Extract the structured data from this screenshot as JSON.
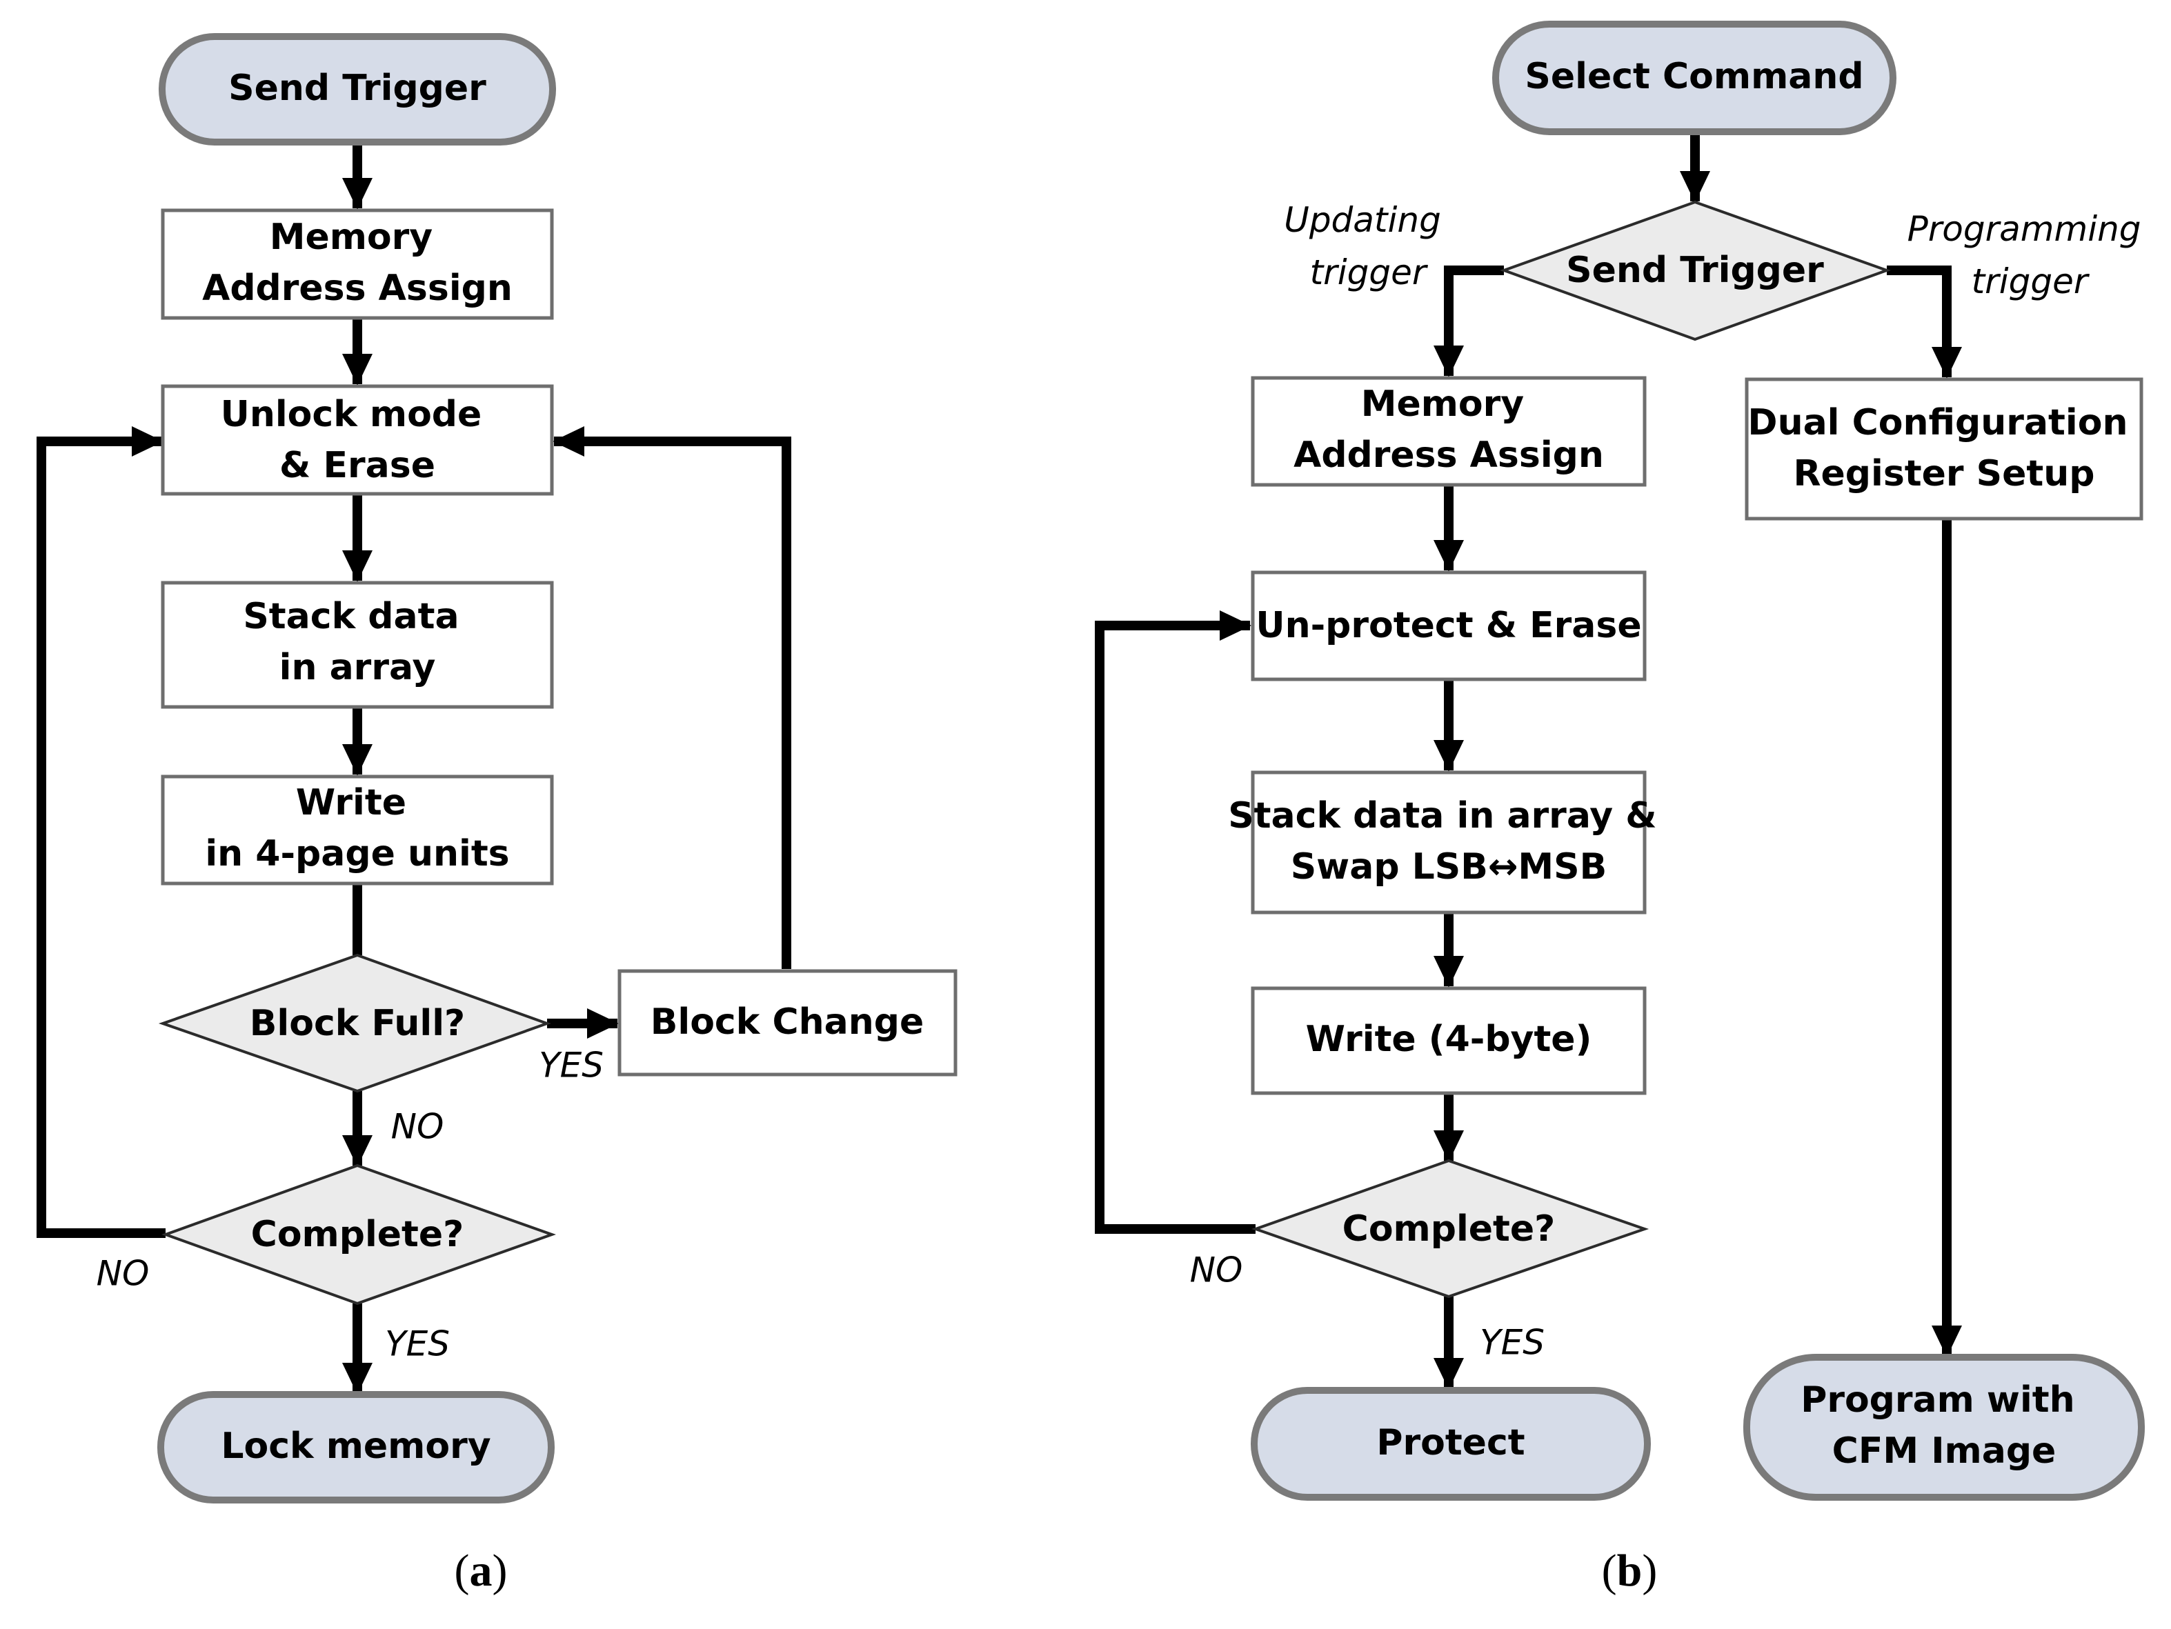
{
  "panel_a": {
    "caption_letter": "a",
    "start": "Send Trigger",
    "memory_assign": [
      "Memory",
      "Address Assign"
    ],
    "unlock_erase": [
      "Unlock mode",
      "& Erase"
    ],
    "stack_data": [
      "Stack data",
      "in array"
    ],
    "write": [
      "Write",
      "in 4-page units"
    ],
    "block_full": "Block Full?",
    "block_change": "Block Change",
    "complete": "Complete?",
    "end": "Lock memory",
    "yes_block": "YES",
    "no_block": "NO",
    "no_complete": "NO",
    "yes_complete": "YES"
  },
  "panel_b": {
    "caption_letter": "b",
    "start": "Select Command",
    "send_trigger": "Send Trigger",
    "updating_label": [
      "Updating",
      "trigger"
    ],
    "programming_label": [
      "Programming",
      "trigger"
    ],
    "memory_assign": [
      "Memory",
      "Address Assign"
    ],
    "dual_config": [
      "Dual Configuration",
      "Register Setup"
    ],
    "unprotect_erase": "Un-protect & Erase",
    "stack_swap": [
      "Stack data in array &",
      "Swap LSB↔MSB"
    ],
    "write": "Write (4-byte)",
    "complete": "Complete?",
    "no_complete": "NO",
    "yes_complete": "YES",
    "end_protect": "Protect",
    "end_program": [
      "Program with",
      "CFM Image"
    ]
  },
  "colors": {
    "terminal_fill": "#d6dce8",
    "decision_fill": "#ebebeb",
    "process_fill": "#ffffff",
    "connector": "#000000"
  }
}
